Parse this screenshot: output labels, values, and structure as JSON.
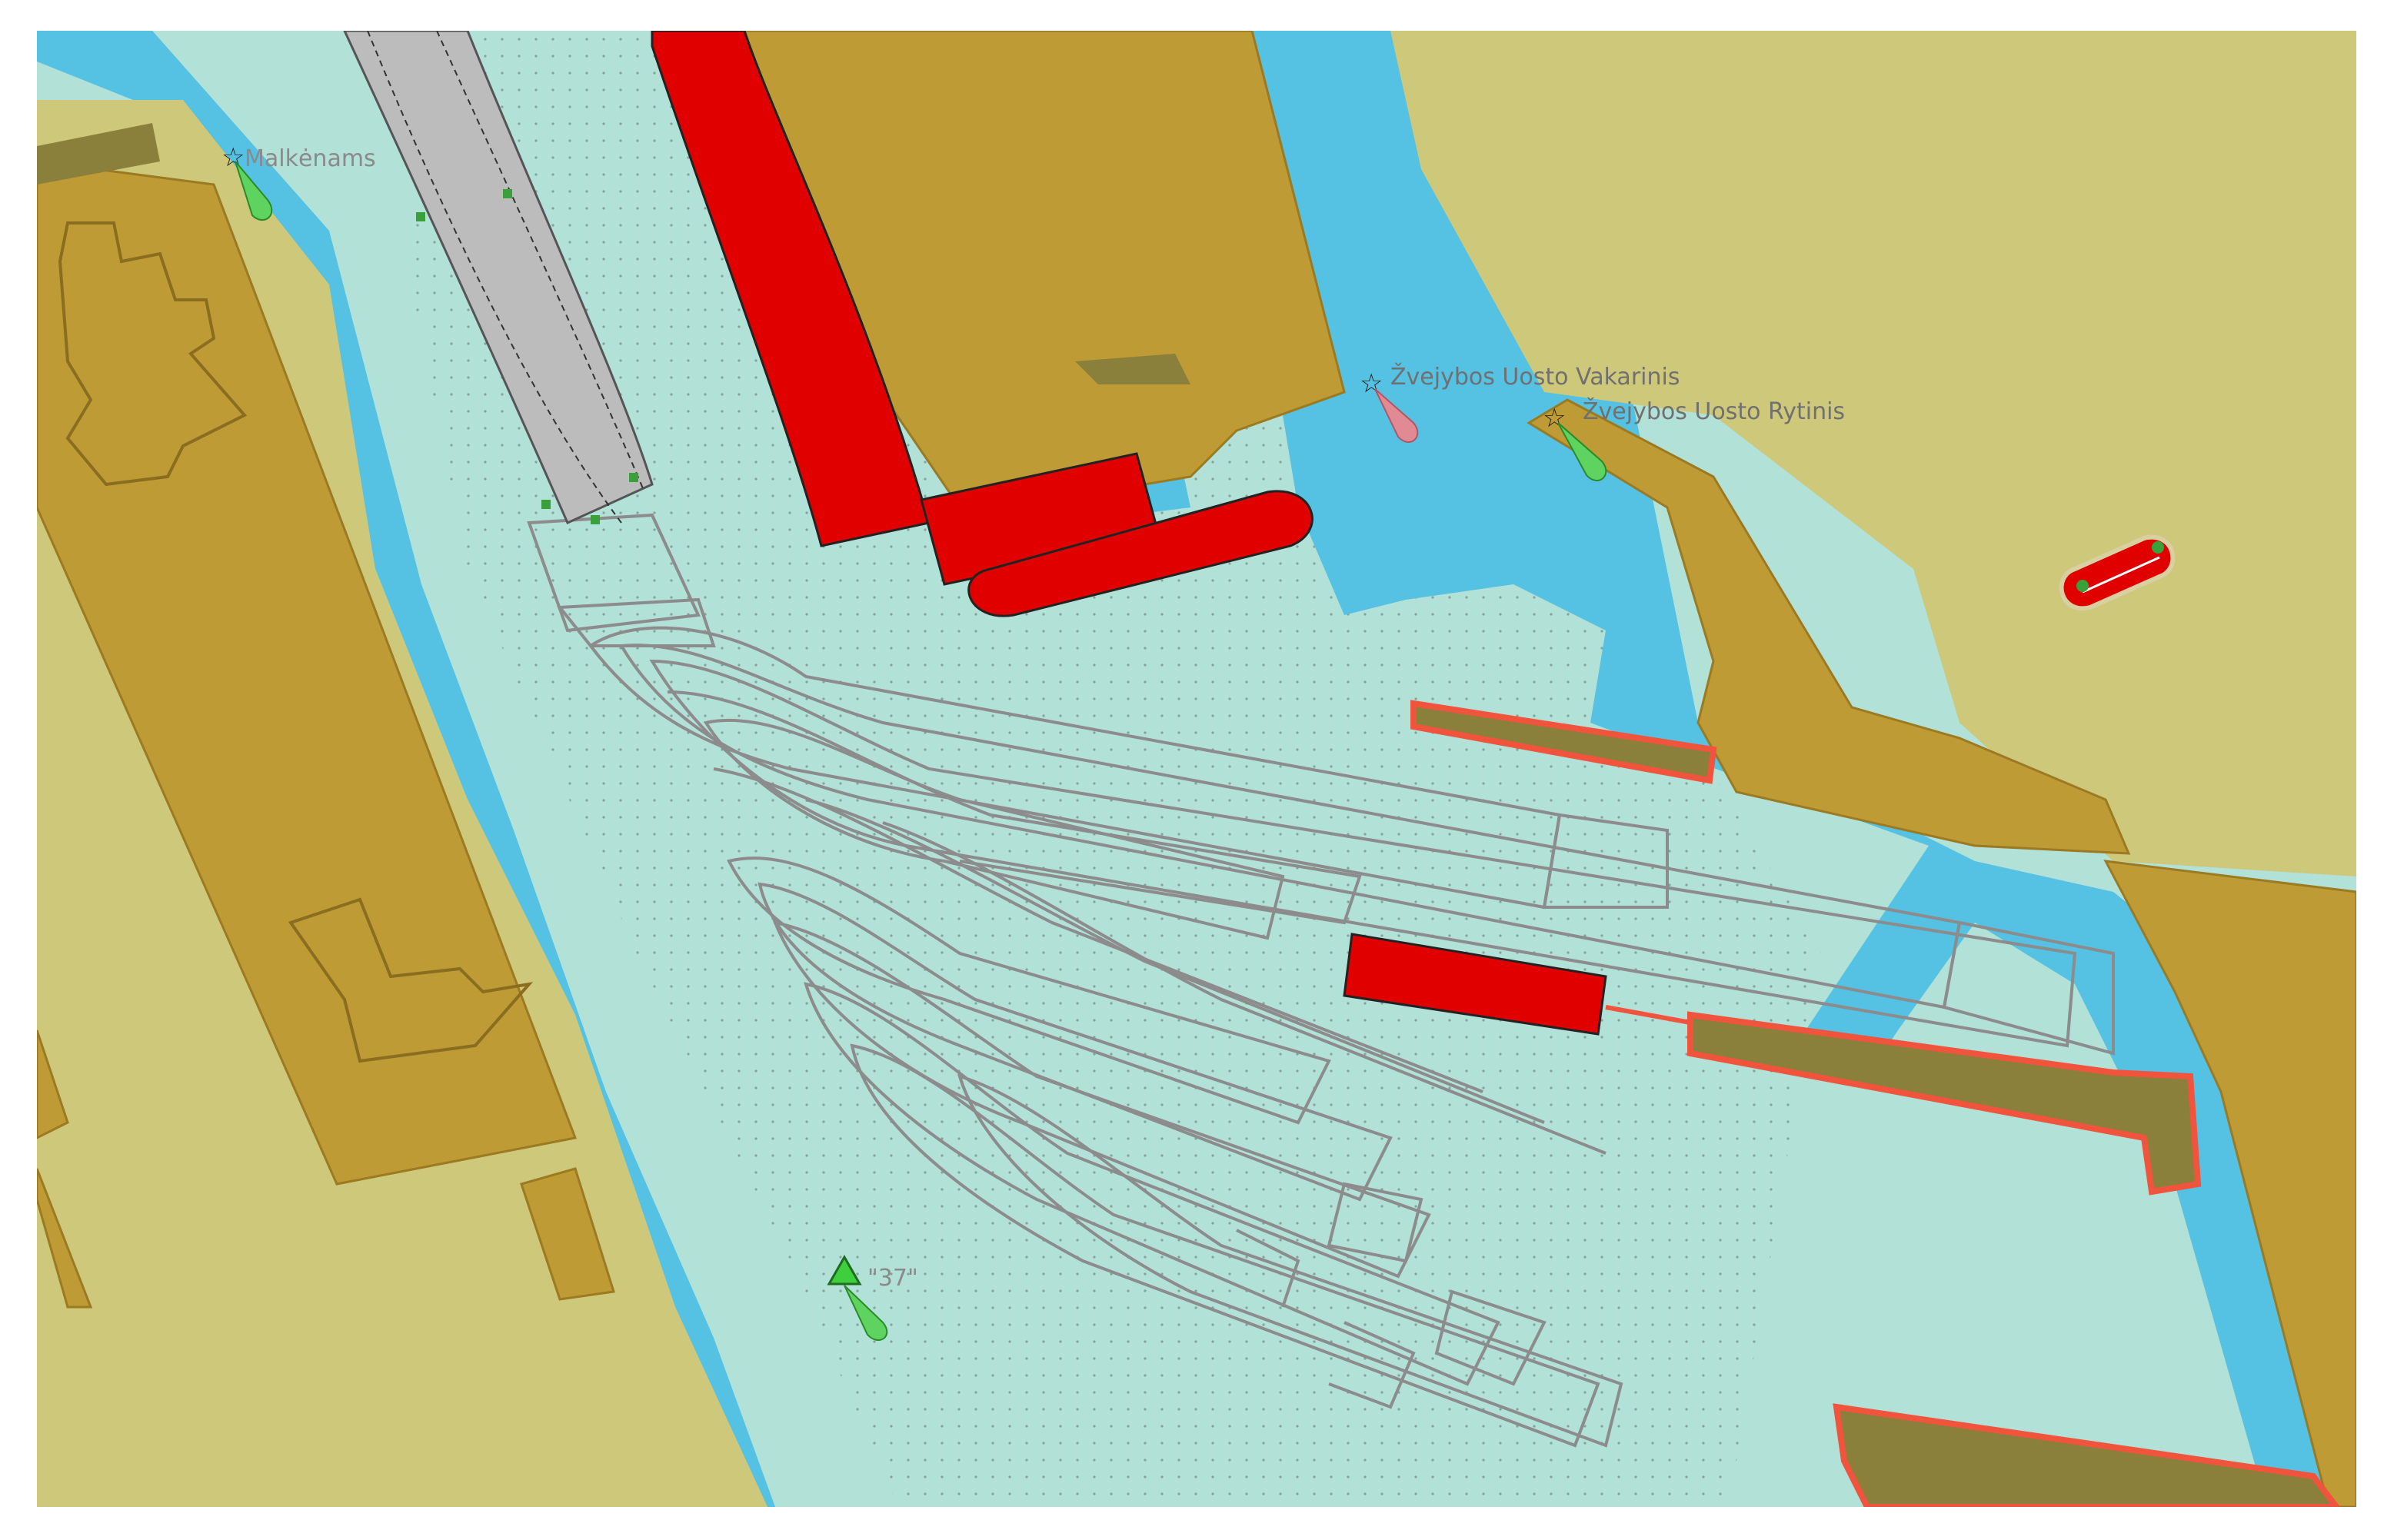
{
  "labels": {
    "light_1": "Malkėnams",
    "light_2": "Žvejybos Uosto Vakarinis",
    "light_3": "Žvejybos Uosto Rytinis",
    "buoy_37": "\"37\""
  },
  "icons": {
    "light_marker": "star-light-icon",
    "buoy_marker": "green-buoy-icon"
  },
  "colors": {
    "land_light": "#cec87a",
    "land_dark": "#bf9b36",
    "deep_water": "#55c1e3",
    "shallow_water": "#b2e1d7",
    "vessel_red": "#e00000",
    "planned_vessel": "#bcbcbc",
    "pier": "#8b7f3c",
    "pier_outline": "#f0543c",
    "sweep_outline": "#8c8c8c",
    "light_green": "#5fd35f",
    "light_pink": "#e28a93"
  }
}
